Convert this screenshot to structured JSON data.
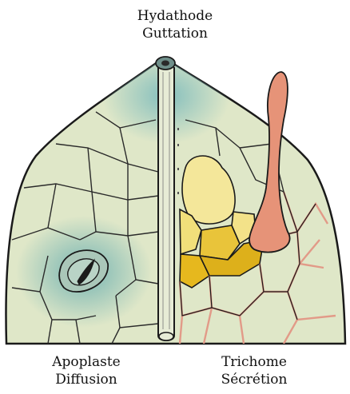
{
  "labels": {
    "hydathode": {
      "line1": "Hydathode",
      "line2": "Guttation"
    },
    "apoplaste": {
      "line1": "Apoplaste",
      "line2": "Diffusion"
    },
    "trichome": {
      "line1": "Trichome",
      "line2": "Sécrétion"
    }
  },
  "colors": {
    "leaf_fill": "#dfe7c8",
    "outline": "#1a1a1a",
    "teal_zone": "#7fbcbc",
    "yellow_pale": "#f4e79a",
    "yellow_deep": "#e6b81e",
    "trichome_salmon": "#e69378",
    "cell_wall_pink": "#e29a88"
  },
  "icons": [
    "hydathode-pore-icon",
    "stomata-icon",
    "trichome-icon",
    "vein-icon"
  ]
}
